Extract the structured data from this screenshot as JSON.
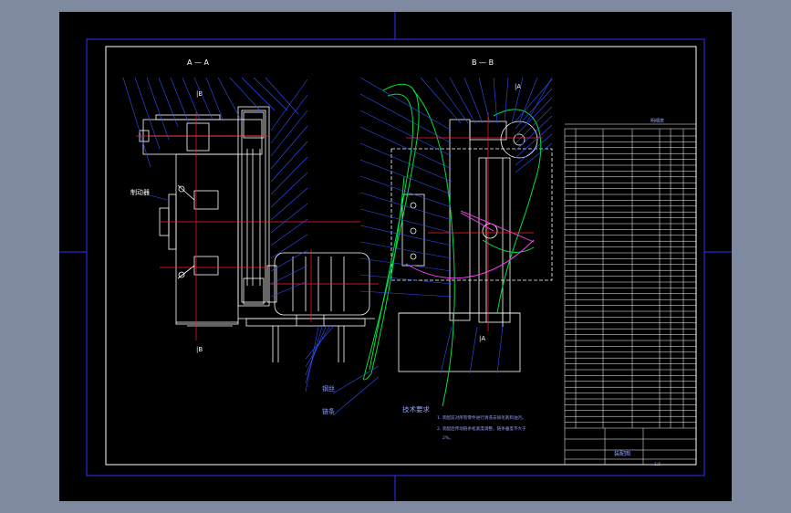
{
  "views": {
    "section_a": "A — A",
    "section_b": "B — B",
    "mark_b_top": "|B",
    "mark_b_bottom": "|B",
    "mark_a_top": "|A",
    "mark_a_bottom": "|A"
  },
  "labels": {
    "pointer_left": "制动器",
    "pointer_left2": "钢丝",
    "pointer_left3": "链条"
  },
  "notes": {
    "heading": "技术要求",
    "line1": "1. 装配前对所有零件进行清洗去除毛刺和油污。",
    "line2": "2. 装配后传动链条松紧度调整，链条垂度不大于",
    "line3": "2%。"
  },
  "title_block": {
    "parts_header": "明细表",
    "drawing_name": "装配图",
    "scale": "1:5"
  },
  "colors": {
    "sheet": "#000000",
    "frame": "#3030ff",
    "line": "#ffffff",
    "green": "#00e040",
    "magenta": "#ff40ff",
    "red": "#ff2020",
    "cyan": "#30d0ff",
    "leader": "#3050ff"
  }
}
